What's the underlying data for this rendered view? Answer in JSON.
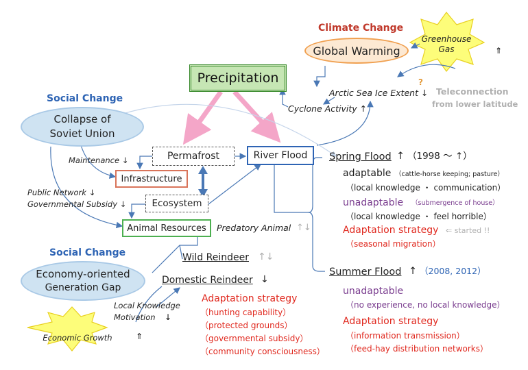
{
  "climate": {
    "heading": "Climate Change",
    "global_warming": "Global Warming",
    "greenhouse_line1": "Greenhouse",
    "greenhouse_line2": "Gas",
    "greenhouse_arrow": "⇑",
    "question": "?",
    "teleconnection": "Teleconnection",
    "teleconnection_sub": "from lower latitude",
    "arctic": "Arctic Sea Ice Extent ↓",
    "cyclone": "Cyclone Activity ↑"
  },
  "center": {
    "precipitation": "Precipitation",
    "permafrost": "Permafrost",
    "river_flood": "River Flood",
    "infrastructure": "Infrastructure",
    "ecosystem": "Ecosystem",
    "animal_resources": "Animal Resources",
    "predatory": "Predatory Animal",
    "predatory_arrows": "↑↓"
  },
  "social_top": {
    "heading": "Social Change",
    "line1": "Collapse of",
    "line2": "Soviet Union",
    "maintenance": "Maintenance ↓",
    "public_network": "Public Network ↓",
    "subsidy": "Governmental Subsidy ↓"
  },
  "social_bottom": {
    "heading": "Social Change",
    "line1": "Economy-oriented",
    "line2": "Generation Gap",
    "local_knowledge": "Local Knowledge",
    "motivation": "Motivation",
    "motivation_arrow": "↓",
    "economic_growth": "Economic Growth",
    "economic_arrow": "⇑"
  },
  "reindeer": {
    "wild": "Wild Reindeer",
    "wild_arrows": "↑↓",
    "domestic": "Domestic Reindeer",
    "domestic_arrow": "↓",
    "strategy_title": "Adaptation strategy",
    "strategies": [
      "（hunting capability）",
      "（protected grounds）",
      "（governmental subsidy）",
      "（community consciousness）"
    ]
  },
  "spring": {
    "title": "Spring Flood",
    "arrow": "↑",
    "years": "（1998 ～ ↑）",
    "adaptable": "adaptable",
    "adaptable_note": "（cattle-horse keeping; pasture）",
    "adaptable_detail": "（local knowledge ・ communication）",
    "unadaptable": "unadaptable",
    "unadaptable_note": "（submergence of house）",
    "unadaptable_detail": "（local knowledge ・ feel horrible）",
    "strategy_title": "Adaptation strategy",
    "strategy_note": "⇐ started !!",
    "strategy_detail": "（seasonal migration）"
  },
  "summer": {
    "title": "Summer Flood",
    "arrow": "↑",
    "years": "（2008, 2012）",
    "unadaptable": "unadaptable",
    "unadaptable_detail": "（no experience, no local knowledge）",
    "strategy_title": "Adaptation strategy",
    "strategies": [
      "（information transmission）",
      "（feed-hay distribution networks）"
    ]
  },
  "colors": {
    "blue_heading": "#2e64b4",
    "red_heading": "#c0392b",
    "ellipse_fill": "#cfe3f2",
    "precip_fill": "#c6e6b4",
    "precip_border": "#3a8a2e",
    "infra_border": "#d9745a",
    "animal_border": "#4caf50",
    "river_border": "#2e64b4",
    "pink_arrow": "#f4a6c8",
    "star_fill": "#fdfd7a"
  }
}
